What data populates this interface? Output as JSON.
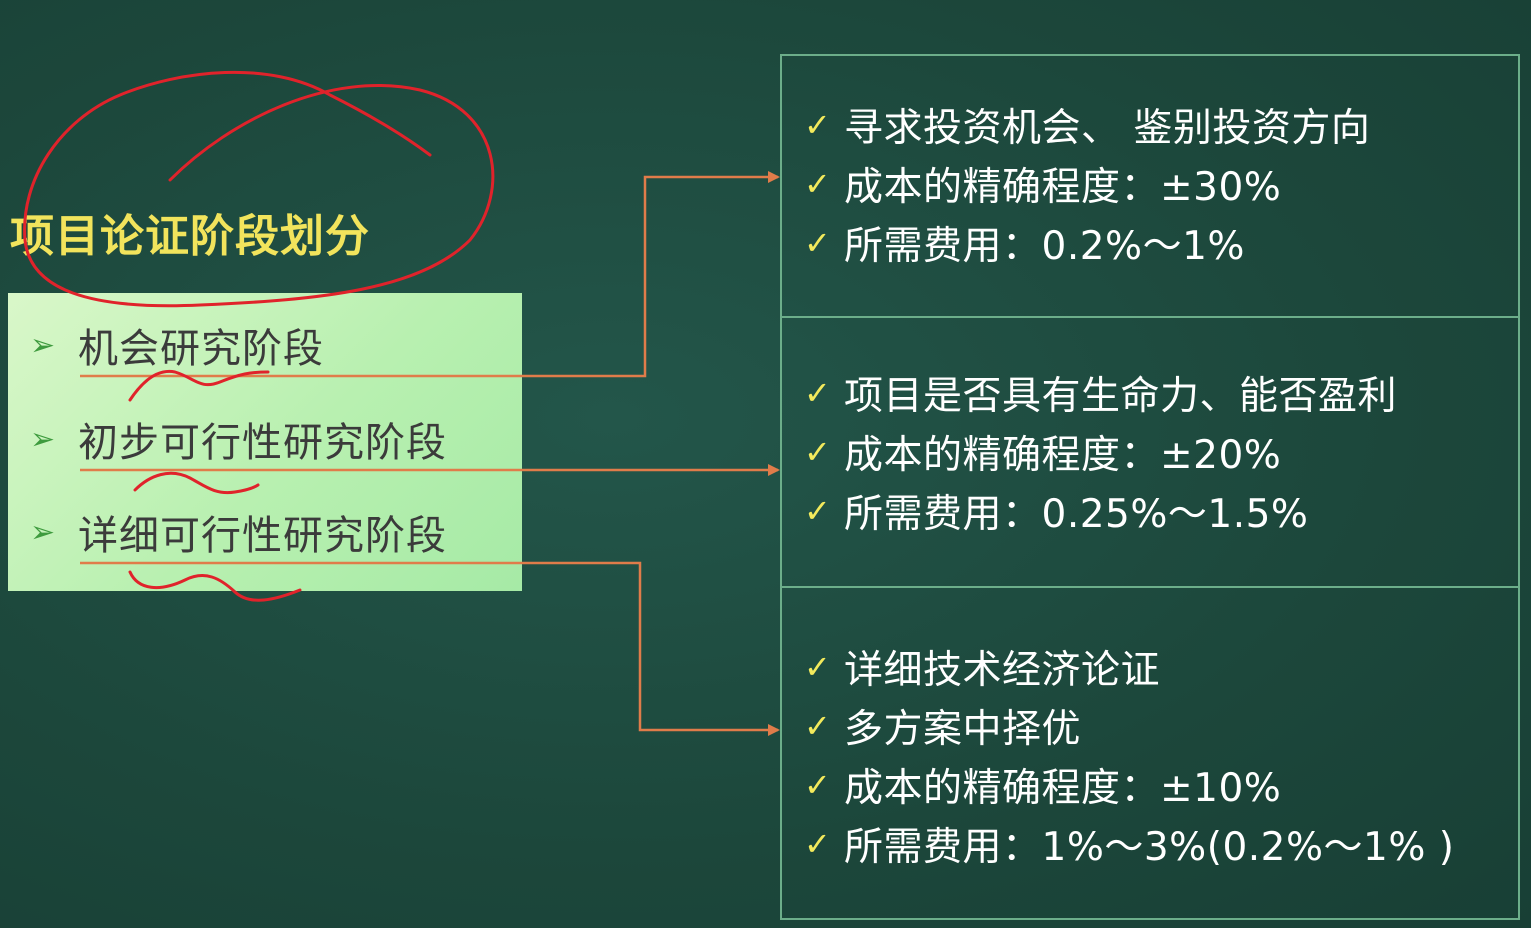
{
  "title": "项目论证阶段划分",
  "stages": [
    {
      "label": "机会研究阶段"
    },
    {
      "label": "初步可行性研究阶段"
    },
    {
      "label": "详细可行性研究阶段"
    }
  ],
  "panels": [
    {
      "items": [
        "寻求投资机会、 鉴别投资方向",
        "成本的精确程度：±30%",
        "所需费用：0.2%～1%"
      ]
    },
    {
      "items": [
        "项目是否具有生命力、能否盈利",
        "成本的精确程度：±20%",
        "所需费用：0.25%～1.5%"
      ]
    },
    {
      "items": [
        "详细技术经济论证",
        "多方案中择优",
        "成本的精确程度：±10%",
        "所需费用：1%～3%(0.2%～1% )"
      ]
    }
  ],
  "icons": {
    "bullet": "chevron-right-icon",
    "check": "check-icon"
  },
  "symbols": {
    "bullet": "➢",
    "check": "✓"
  },
  "colors": {
    "background": "#1e4a3e",
    "title": "#f2e45c",
    "stage_box": "#b8f0b0",
    "connector": "#e07c4a",
    "annotation": "#e0232b",
    "check": "#f3ea5c",
    "panel_border": "#6cae8a"
  }
}
